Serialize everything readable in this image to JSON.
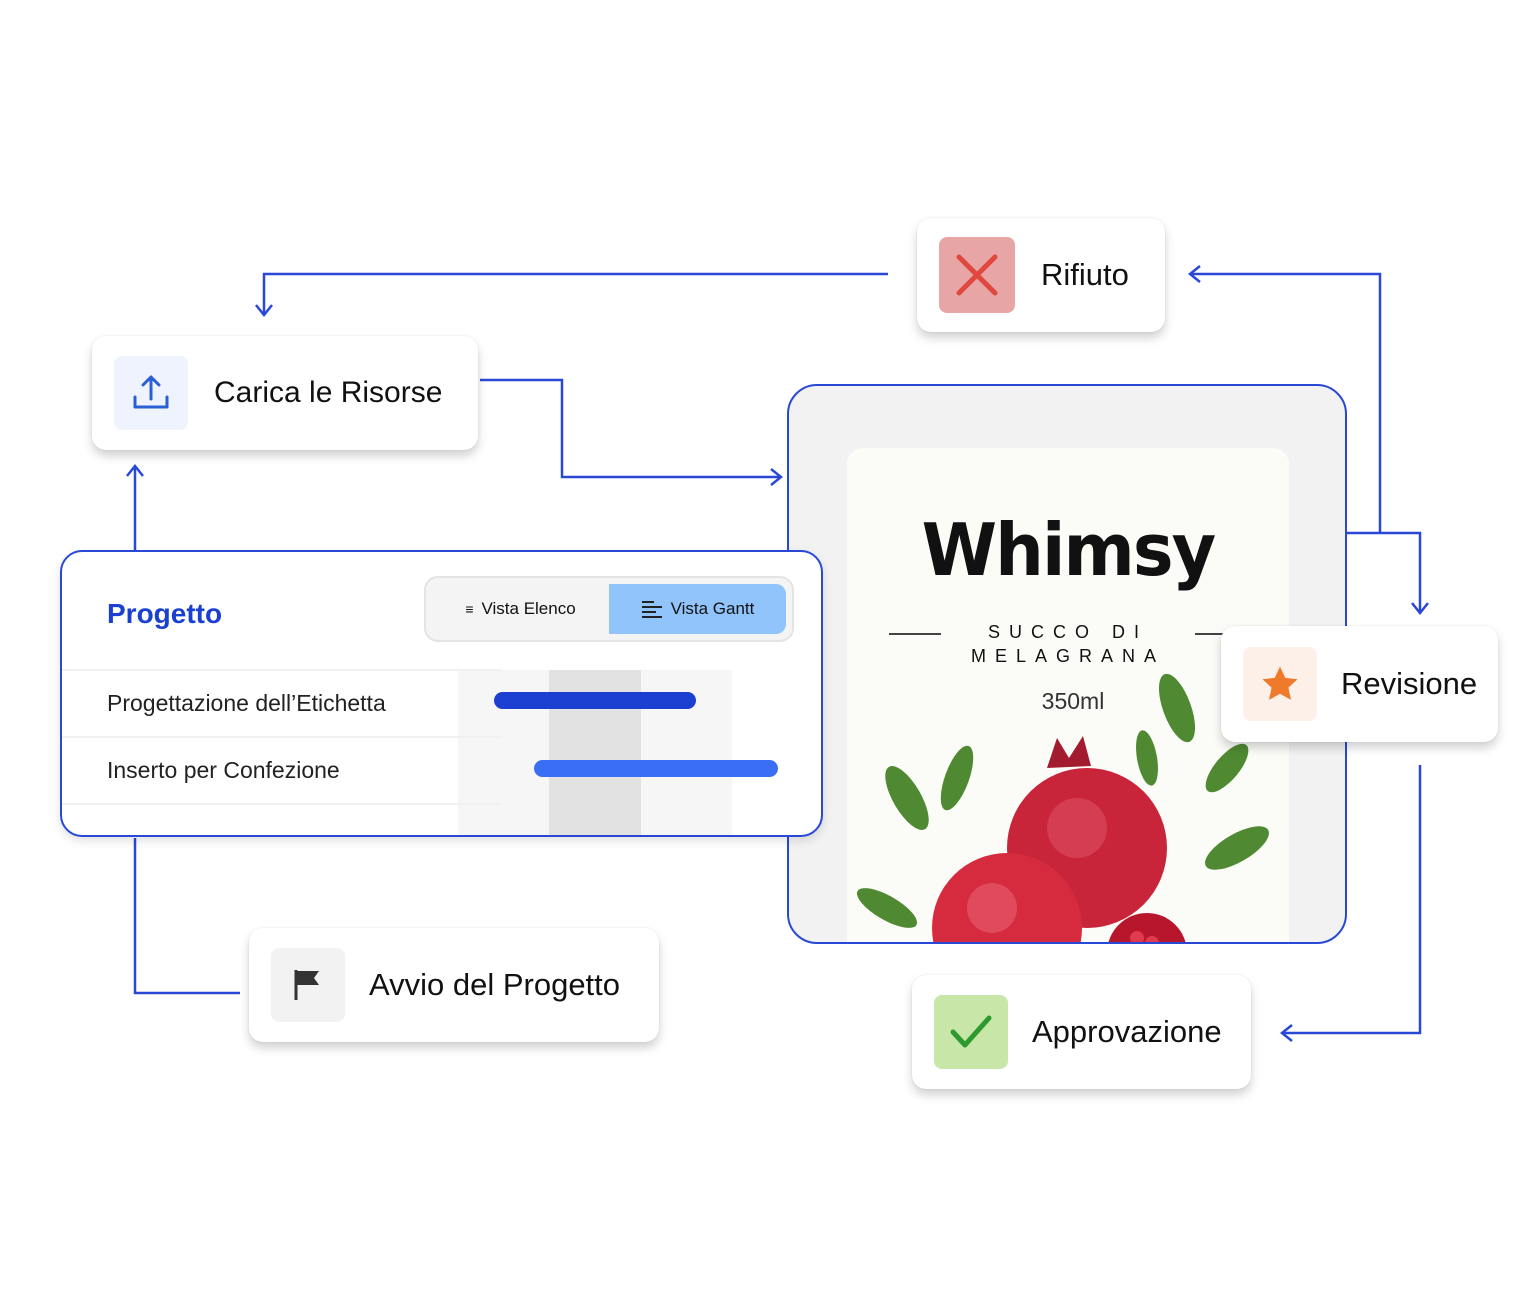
{
  "nodes": {
    "rifiuto": "Rifiuto",
    "carica": "Carica le Risorse",
    "revisione": "Revisione",
    "avvio": "Avvio del Progetto",
    "approvazione": "Approvazione"
  },
  "project": {
    "title": "Progetto",
    "views": [
      {
        "label": "Vista Elenco",
        "icon": "list-icon",
        "active": false
      },
      {
        "label": "Vista Gantt",
        "icon": "gantt-icon",
        "active": true
      }
    ],
    "tasks": [
      {
        "name": "Progettazione dell’Etichetta",
        "color": "#1a3fd1"
      },
      {
        "name": "Inserto per Confezione",
        "color": "#3a6ff5"
      }
    ]
  },
  "label": {
    "brand": "Whimsy",
    "line1": "SUCCO DI",
    "line2": "MELAGRANA",
    "volume": "350ml"
  },
  "colors": {
    "connector": "#2a48d6",
    "accent": "#1a3fd1"
  }
}
